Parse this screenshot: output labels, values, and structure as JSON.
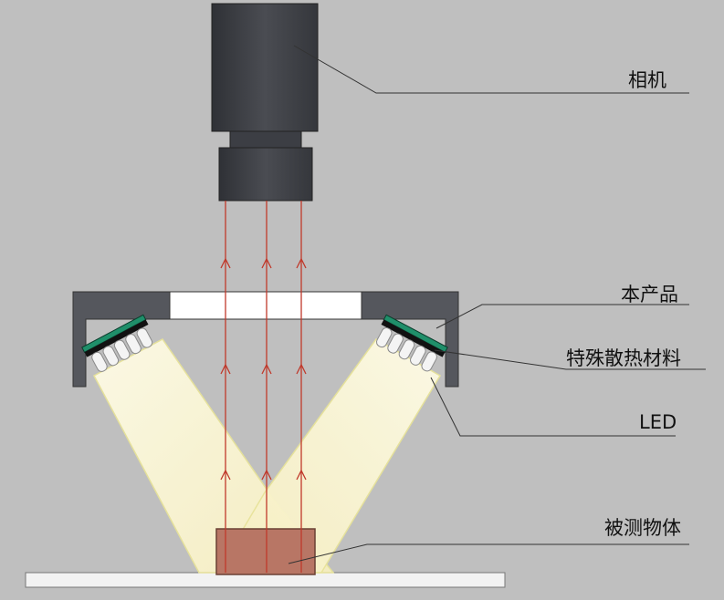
{
  "labels": {
    "camera": "相机",
    "product": "本产品",
    "heat_material": "特殊散热材料",
    "led": "LED",
    "object": "被测物体"
  },
  "colors": {
    "background": "#bfbfbf",
    "camera_body": "#3f4147",
    "housing": "#55575d",
    "window": "#ffffff",
    "light_beam": "#fbf4c8",
    "ray": "#c0392b",
    "object": "#b87665",
    "base": "#f2f2f2",
    "heat_strip": "#1f8f6a"
  }
}
